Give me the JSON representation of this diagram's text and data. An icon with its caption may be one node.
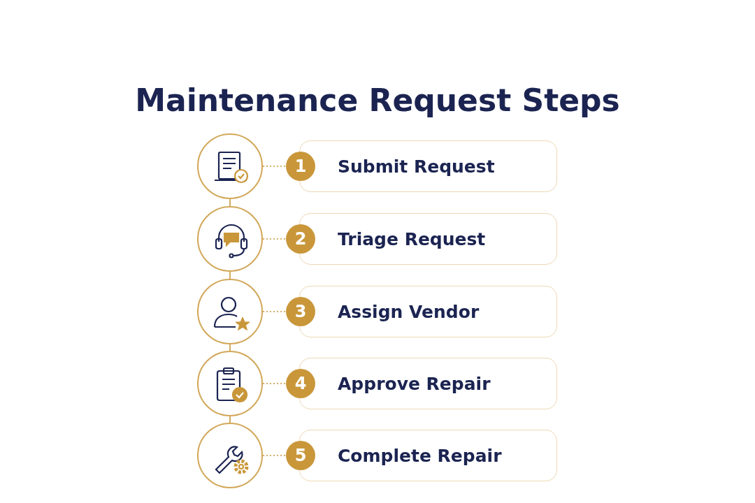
{
  "diagram": {
    "title": "Maintenance Request Steps",
    "nodes": [
      {
        "text": [],
        "shape": "circle"
      },
      {
        "text": [
          "1"
        ]
      },
      {
        "text": [
          "Submit Request"
        ]
      },
      {
        "text": [],
        "shape": "circle"
      },
      {
        "text": [
          "2"
        ]
      },
      {
        "text": [
          "Triage Request"
        ]
      },
      {
        "text": [],
        "shape": "circle"
      },
      {
        "text": [
          "3"
        ]
      },
      {
        "text": [
          "Assign Vendor"
        ]
      },
      {
        "text": [],
        "shape": "circle"
      },
      {
        "text": [
          "4"
        ]
      },
      {
        "text": [
          "Approve Repair"
        ]
      },
      {
        "text": [],
        "shape": "circle"
      },
      {
        "text": [
          "5"
        ]
      },
      {
        "text": [
          "Complete Repair"
        ]
      }
    ],
    "edges": [
      {
        "from": 0,
        "to": 1,
        "arrow": "none",
        "style": "dashed"
      },
      {
        "from": 0,
        "to": 3,
        "arrow": "none"
      },
      {
        "from": 3,
        "to": 4,
        "arrow": "none",
        "style": "dashed"
      },
      {
        "from": 3,
        "to": 6,
        "arrow": "none"
      },
      {
        "from": 6,
        "to": 7,
        "arrow": "none",
        "style": "dashed"
      },
      {
        "from": 6,
        "to": 9,
        "arrow": "none"
      },
      {
        "from": 9,
        "to": 10,
        "arrow": "none",
        "style": "dashed"
      },
      {
        "from": 9,
        "to": 12,
        "arrow": "none"
      },
      {
        "from": 12,
        "to": 13,
        "arrow": "none",
        "style": "dashed"
      }
    ]
  }
}
